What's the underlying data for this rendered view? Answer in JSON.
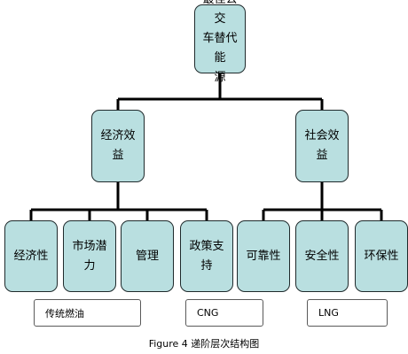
{
  "goal": {
    "label": "最佳公交\n车替代能\n源"
  },
  "criteria": [
    {
      "label": "经济效\n益"
    },
    {
      "label": "社会效\n益"
    }
  ],
  "subcriteria": [
    {
      "label": "经济性"
    },
    {
      "label": "市场潜\n力"
    },
    {
      "label": "管理"
    },
    {
      "label": "政策支\n持"
    },
    {
      "label": "可靠性"
    },
    {
      "label": "安全性"
    },
    {
      "label": "环保性"
    }
  ],
  "alternatives": [
    {
      "label": "传统燃油"
    },
    {
      "label": "CNG"
    },
    {
      "label": "LNG"
    }
  ],
  "caption": "Figure 4  递阶层次结构图",
  "colors": {
    "node_fill": "#b9dfe0",
    "node_border": "#1f2a2c",
    "connector": "#000000"
  }
}
